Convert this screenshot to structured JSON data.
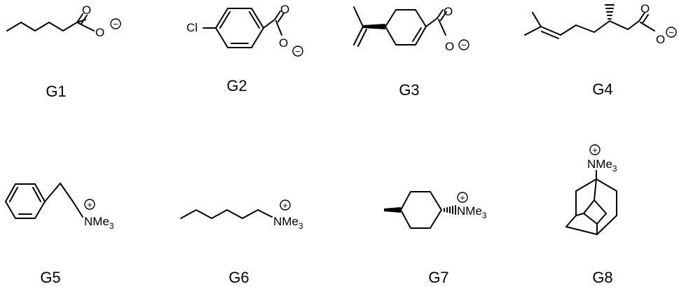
{
  "compounds": [
    {
      "id": "G1",
      "label": "G1",
      "atoms": {
        "o_top": "O",
        "o_bottom": "O"
      },
      "charge": "−"
    },
    {
      "id": "G2",
      "label": "G2",
      "atoms": {
        "cl": "Cl",
        "o_top": "O",
        "o_bottom": "O"
      },
      "charge": "−"
    },
    {
      "id": "G3",
      "label": "G3",
      "atoms": {
        "o_top": "O",
        "o_bottom": "O"
      },
      "charge": "−"
    },
    {
      "id": "G4",
      "label": "G4",
      "atoms": {
        "o_top": "O",
        "o_bottom": "O"
      },
      "charge": "−"
    },
    {
      "id": "G5",
      "label": "G5",
      "atoms": {
        "n_main": "NMe",
        "n_sub": "3"
      },
      "charge": "+"
    },
    {
      "id": "G6",
      "label": "G6",
      "atoms": {
        "n_main": "NMe",
        "n_sub": "3"
      },
      "charge": "+"
    },
    {
      "id": "G7",
      "label": "G7",
      "atoms": {
        "n_main": "NMe",
        "n_sub": "3"
      },
      "charge": "+"
    },
    {
      "id": "G8",
      "label": "G8",
      "atoms": {
        "n_main": "NMe",
        "n_sub": "3"
      },
      "charge": "+"
    }
  ]
}
